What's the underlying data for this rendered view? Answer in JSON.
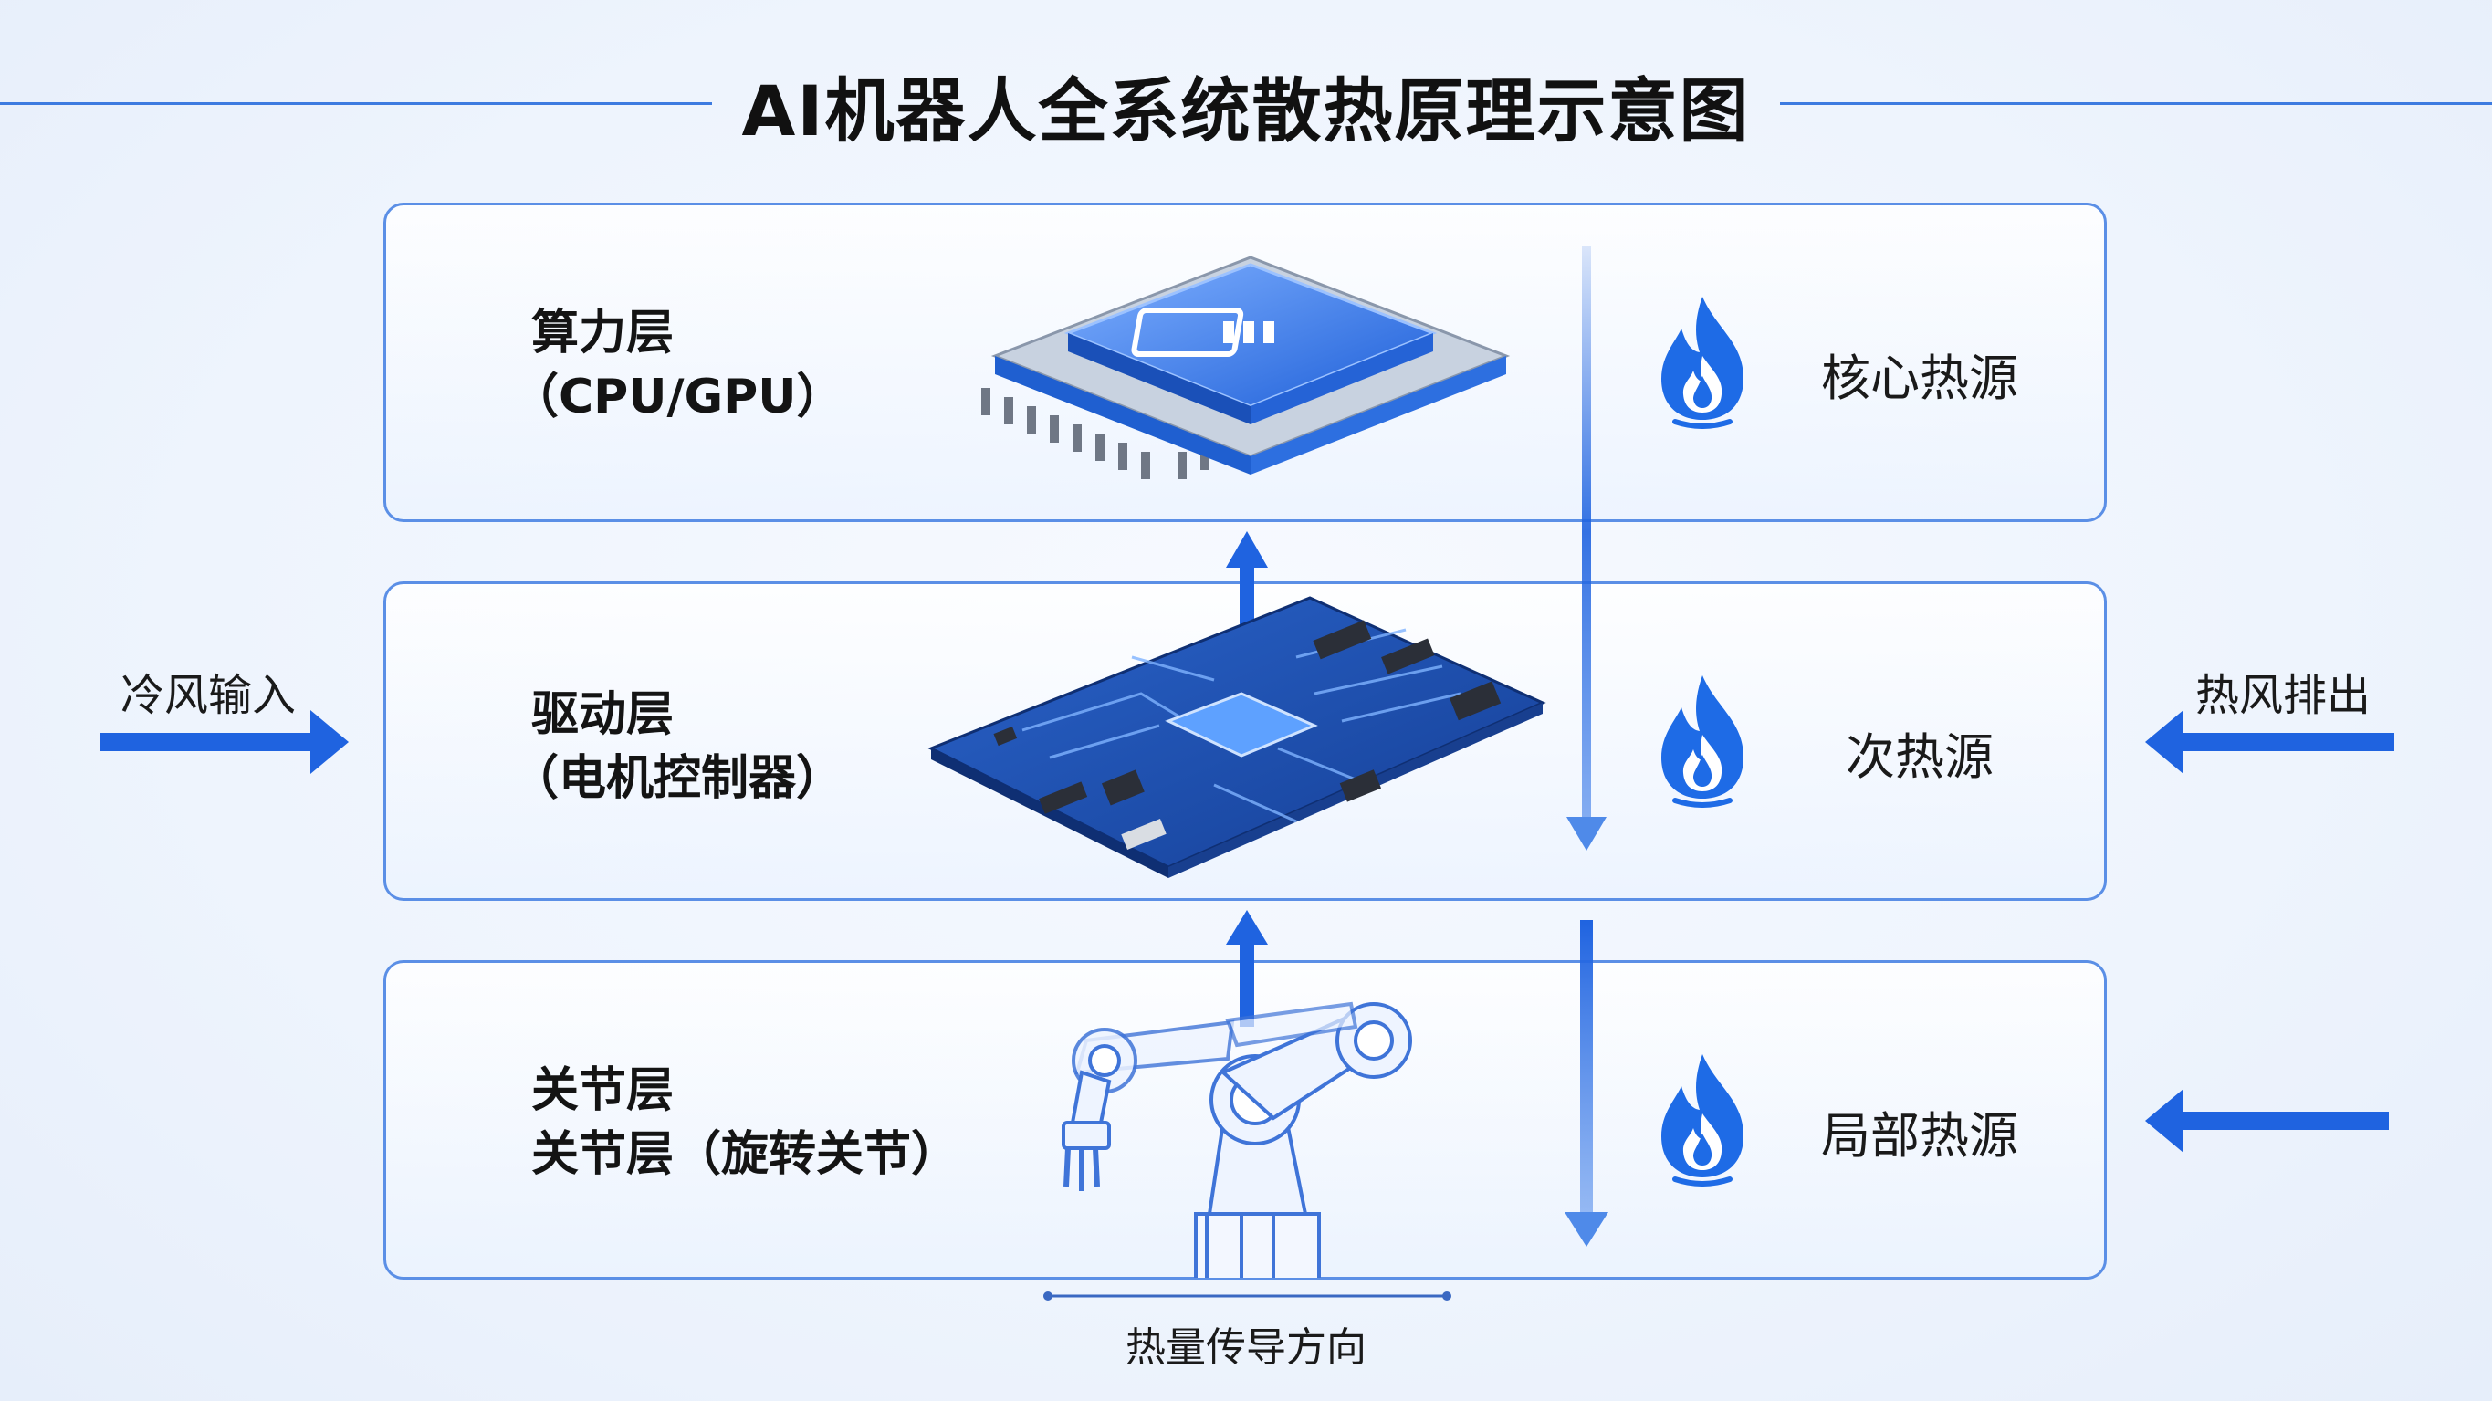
{
  "title": "AI机器人全系统散热原理示意图",
  "layers": [
    {
      "name": "算力层",
      "sub": "（CPU/GPU）",
      "source_label": "核心热源"
    },
    {
      "name": "驱动层",
      "sub": "（电机控制器）",
      "source_label": "次热源"
    },
    {
      "name": "关节层",
      "sub": "关节层（旋转关节）",
      "source_label": "局部热源"
    }
  ],
  "inputs": {
    "cold_air": "冷风输入",
    "hot_air": "热风排出"
  },
  "legend": "热量传导方向",
  "colors": {
    "accent": "#1f63e0",
    "border": "#5b8fe6",
    "flame": "#1e6be6"
  },
  "icons": [
    "cpu-chip-icon",
    "circuit-board-icon",
    "robot-arm-icon",
    "flame-icon"
  ]
}
